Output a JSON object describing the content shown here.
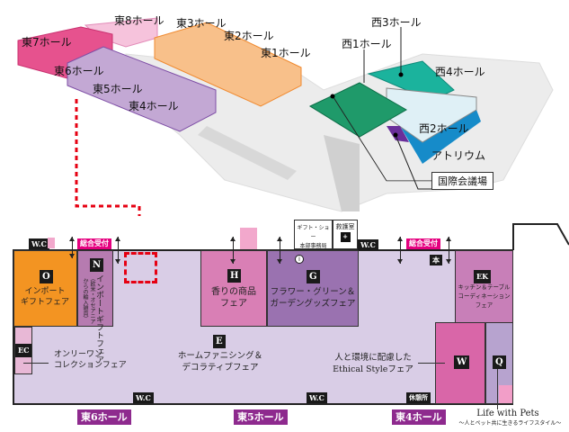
{
  "overview_map": {
    "east_halls": [
      "東7ホール",
      "東8ホール",
      "東3ホール",
      "東2ホール",
      "東1ホール",
      "東6ホール",
      "東5ホール",
      "東4ホール"
    ],
    "west_halls": {
      "w1": "西1ホール",
      "w2": "西2ホール",
      "w3": "西3ホール",
      "w4": "西4ホール"
    },
    "atrium": "アトリウム",
    "conference": "国際会議場"
  },
  "floor": {
    "wc": "W.C",
    "reception": "総合受付",
    "gift_show_office": [
      "ギフト・ショー",
      "本部事務局"
    ],
    "first_aid": "救護室",
    "rest_area": "休憩所",
    "hon_mark": "本",
    "info_mark": "i",
    "zones": [
      {
        "code": "O",
        "name": [
          "インポート",
          "ギフトフェア"
        ]
      },
      {
        "code": "N",
        "name": "インポートギフトフェア",
        "sub": "（欧米・オセアニアからの輸入雑貨）"
      },
      {
        "code": "EC",
        "name": [
          "オンリーワン",
          "コレクションフェア"
        ]
      },
      {
        "code": "H",
        "name": [
          "香りの商品",
          "フェア"
        ]
      },
      {
        "code": "G",
        "name": [
          "フラワー・グリーン＆",
          "ガーデングッズフェア"
        ]
      },
      {
        "code": "E",
        "name": [
          "ホームファニシング＆",
          "デコラティブフェア"
        ]
      },
      {
        "code": "EK",
        "name": [
          "キッチン＆テーブル",
          "コーディネーション",
          "フェア"
        ]
      },
      {
        "code": "W",
        "name": [
          "人と環境に配慮した",
          "Ethical Styleフェア"
        ]
      },
      {
        "code": "Q",
        "name": [
          "Life with Pets",
          "～人とペット共に生きるライフスタイル～"
        ]
      }
    ],
    "halls": [
      "東6ホール",
      "東5ホール",
      "東4ホール"
    ]
  },
  "colors": {
    "orange": "#f39422",
    "purple": "#9a72b0",
    "pink": "#d97fb5",
    "magenta": "#e5007f",
    "hall_label": "#8e2a8e",
    "floor": "#d9cde6",
    "red_dash": "#e60012"
  }
}
